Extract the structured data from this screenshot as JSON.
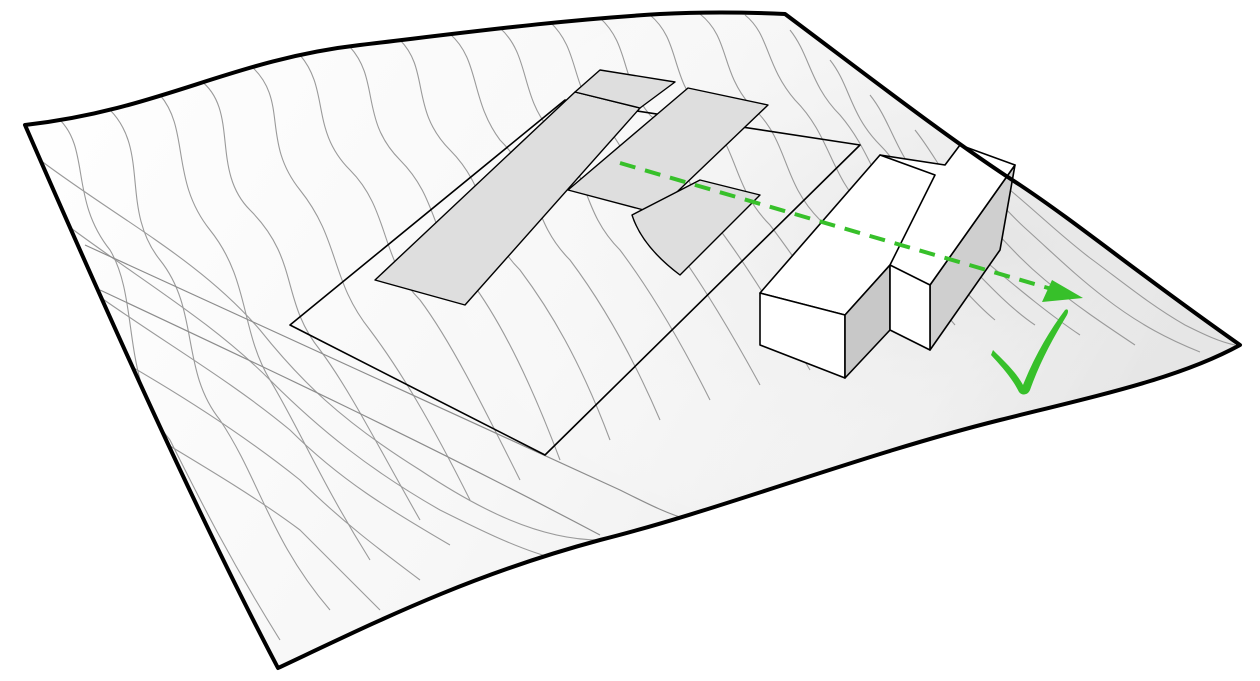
{
  "diagram": {
    "kind": "site-massing-axonometric",
    "elements": [
      "terrain",
      "contour-lines",
      "road-strip",
      "site-boundary",
      "paving-slabs",
      "proposed-building-block"
    ],
    "colors": {
      "background": "#ffffff",
      "terrain_edge": "#000000",
      "contour": "#9a9a9a",
      "slab_fill": "#dedede",
      "building_top": "#ffffff",
      "building_shadow_side": "#cfcfcf",
      "arrow": "#37c02a",
      "checkmark": "#37c02a"
    },
    "annotations": {
      "arrow_style": "dashed",
      "arrow_icon": "direction-arrow-icon",
      "check_icon": "checkmark-icon"
    }
  }
}
